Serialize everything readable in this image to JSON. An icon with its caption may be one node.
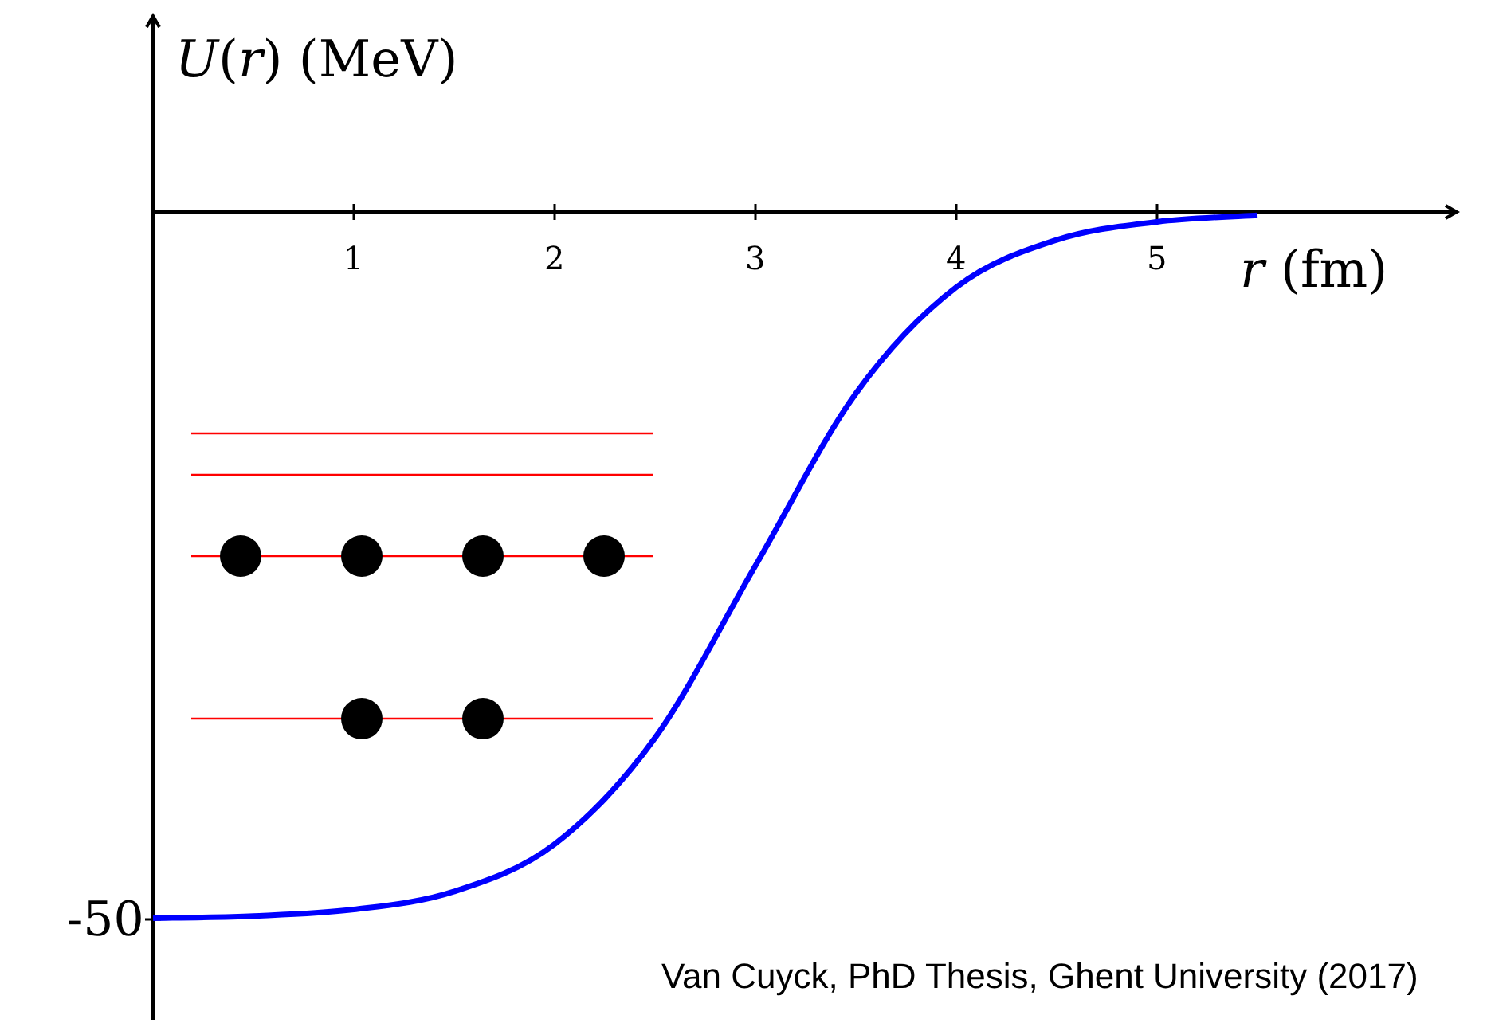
{
  "diagram": {
    "caption": "Van Cuyck, PhD Thesis, Ghent University (2017)",
    "labels": [
      "*U*(*r*) (MeV)",
      "1",
      "2",
      "3",
      "4",
      "5",
      "*r* (fm)",
      "-50"
    ]
  }
}
